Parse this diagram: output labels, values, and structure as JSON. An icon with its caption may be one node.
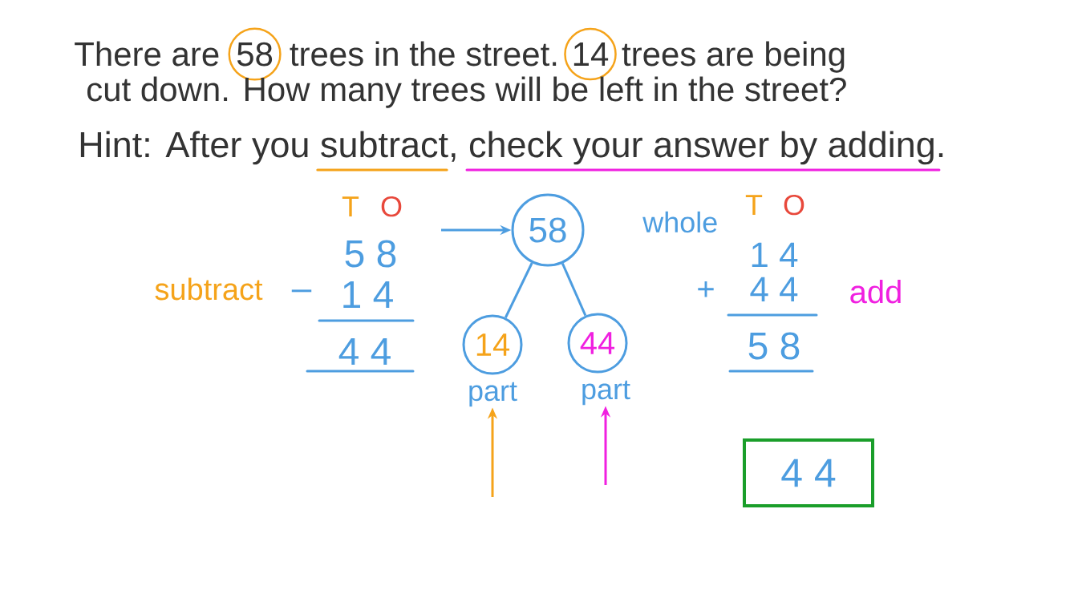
{
  "diagram": {
    "nodes": [
      {
        "text": [
          "58"
        ]
      },
      {
        "text": [
          "14"
        ]
      },
      {
        "text": [
          "58"
        ],
        "beside": [
          "whole"
        ]
      },
      {
        "text": [
          "14"
        ],
        "beside": [
          "part"
        ]
      },
      {
        "text": [
          "44"
        ],
        "beside": [
          "part"
        ]
      },
      {
        "text": [
          "4 4"
        ]
      }
    ],
    "edges": [
      {
        "from": null,
        "to": 2,
        "arrow": "to"
      },
      {
        "from": 2,
        "to": 3,
        "arrow": "none"
      },
      {
        "from": 2,
        "to": 4,
        "arrow": "none"
      },
      {
        "from": null,
        "to": 3,
        "arrow": "to",
        "color": "#f5a31a"
      },
      {
        "from": null,
        "to": 4,
        "arrow": "to",
        "color": "#f020e0"
      }
    ],
    "labels": [
      "There are",
      "trees in the street.",
      "trees are being",
      "cut down. How many trees will be left in the street?",
      "Hint: After you subtract, check your answer by adding.",
      "T",
      "O",
      "T",
      "O",
      "5 8",
      "1 4",
      "subtract",
      "–",
      "1 4",
      "+",
      "4 4",
      "add",
      "4 4",
      "5 8"
    ]
  }
}
